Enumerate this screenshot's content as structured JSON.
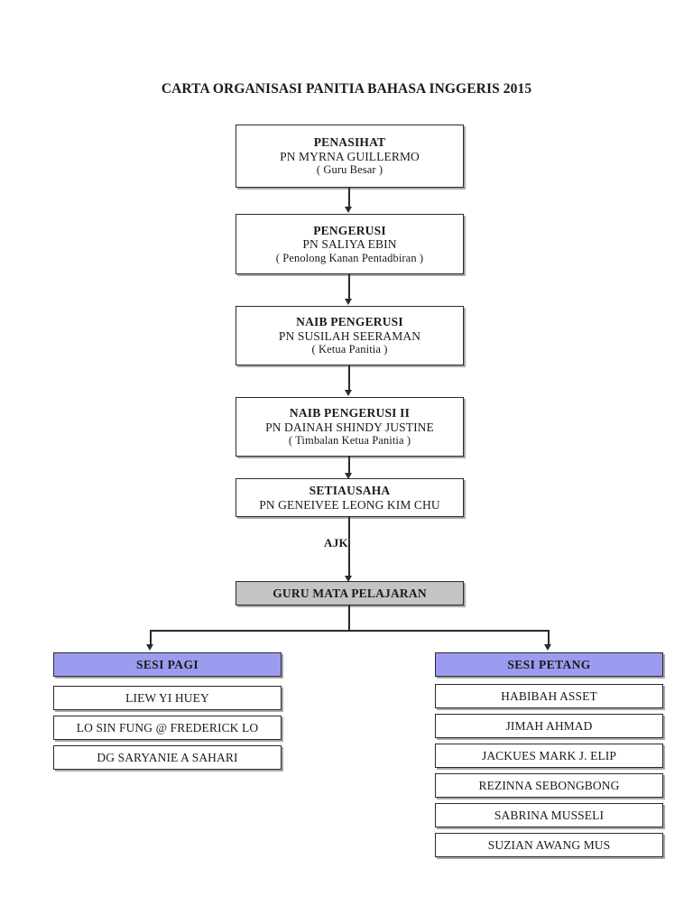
{
  "document": {
    "title": "CARTA ORGANISASI PANITIA BAHASA INGGERIS 2015"
  },
  "colors": {
    "header_fill": "#9b9bf0",
    "highlight_fill": "#c4c4c4",
    "box_border": "#2a2a2a",
    "page_background": "#ffffff"
  },
  "hierarchy": [
    {
      "id": "penasihat",
      "title": "PENASIHAT",
      "name": "PN MYRNA GUILLERMO",
      "subtitle": "( Guru Besar )"
    },
    {
      "id": "pengerusi",
      "title": "PENGERUSI",
      "name": "PN SALIYA EBIN",
      "subtitle": "( Penolong Kanan Pentadbiran )"
    },
    {
      "id": "naib-pengerusi",
      "title": "NAIB PENGERUSI",
      "name": "PN SUSILAH SEERAMAN",
      "subtitle": "( Ketua Panitia )"
    },
    {
      "id": "naib-pengerusi-ii",
      "title": "NAIB PENGERUSI II",
      "name": "PN DAINAH SHINDY JUSTINE",
      "subtitle": "( Timbalan Ketua Panitia )"
    },
    {
      "id": "setiausaha",
      "title": "SETIAUSAHA",
      "name": "PN GENEIVEE LEONG KIM CHU",
      "subtitle": ""
    }
  ],
  "connector": {
    "ajk_label": "AJK"
  },
  "teachers_node": {
    "label": "GURU MATA PELAJARAN"
  },
  "sessions": [
    {
      "id": "sesi-pagi",
      "header": "SESI PAGI",
      "members": [
        "LIEW YI HUEY",
        "LO SIN FUNG @ FREDERICK LO",
        "DG SARYANIE A SAHARI"
      ]
    },
    {
      "id": "sesi-petang",
      "header": "SESI PETANG",
      "members": [
        "HABIBAH ASSET",
        "JIMAH AHMAD",
        "JACKUES MARK J. ELIP",
        "REZINNA SEBONGBONG",
        "SABRINA MUSSELI",
        "SUZIAN AWANG MUS"
      ]
    }
  ]
}
